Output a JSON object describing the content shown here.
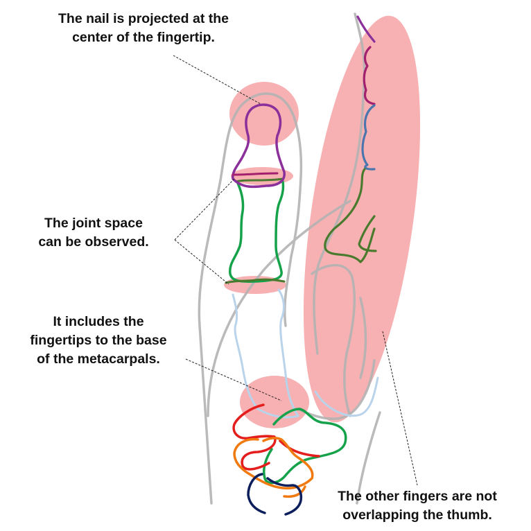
{
  "labels": {
    "nail": [
      "The nail is projected at the",
      "center of the fingertip."
    ],
    "joint": [
      "The joint space",
      "can be observed."
    ],
    "tips": [
      "It includes the",
      "fingertips to the base",
      "of the metacarpals."
    ],
    "other": [
      "The other fingers are not",
      "overlapping the thumb."
    ]
  },
  "colors": {
    "highlight": "#f7a3a6",
    "soft_tissue": "#b3b3b3",
    "distal_phalanx": "#8b2f9a",
    "distal_joint_bone": "#5b3b8f",
    "middle_phalanx": "#16a24a",
    "middle_phalanx_dark": "#4a7a2e",
    "proximal_phalanx": "#b9d3ea",
    "other_finger_magenta": "#a3206e",
    "other_finger_blue": "#4a76ad",
    "carpal_red": "#e41d1d",
    "carpal_orange": "#f07a10",
    "carpal_navy": "#0c1f5c",
    "pointer_line": "#222222"
  }
}
